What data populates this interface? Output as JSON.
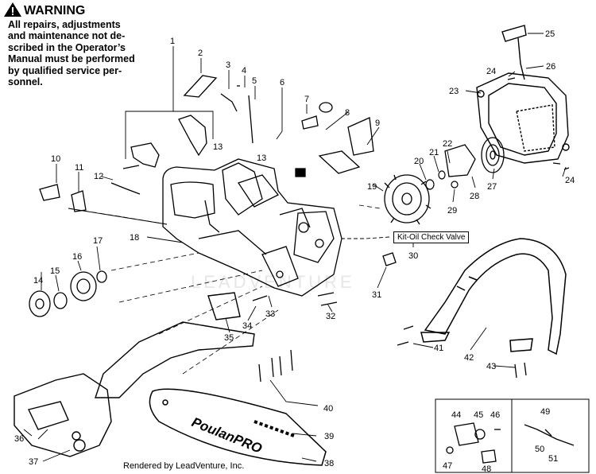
{
  "warning": {
    "title": "WARNING",
    "lines": [
      "All repairs, adjustments",
      "and maintenance not de-",
      "scribed in the Operator’s",
      "Manual must be performed",
      "by qualified service per-",
      "sonnel."
    ]
  },
  "callout": "Kit-Oil Check Valve",
  "footer": "Rendered by LeadVenture, Inc.",
  "bar_brand": "PoulanPRO",
  "watermark": "LEADVENTURE",
  "part_numbers": {
    "p1": "1",
    "p2": "2",
    "p3": "3",
    "p4": "4",
    "p5": "5",
    "p6": "6",
    "p7": "7",
    "p8": "8",
    "p9": "9",
    "p10": "10",
    "p11": "11",
    "p12": "12",
    "p13a": "13",
    "p13b": "13",
    "p14": "14",
    "p15": "15",
    "p16": "16",
    "p17": "17",
    "p18": "18",
    "p19": "19",
    "p20": "20",
    "p21": "21",
    "p22": "22",
    "p23": "23",
    "p24a": "24",
    "p24b": "24",
    "p25": "25",
    "p26": "26",
    "p27": "27",
    "p28": "28",
    "p29": "29",
    "p30": "30",
    "p31": "31",
    "p32": "32",
    "p33": "33",
    "p34": "34",
    "p35": "35",
    "p36": "36",
    "p37": "37",
    "p38": "38",
    "p39": "39",
    "p40": "40",
    "p41": "41",
    "p42": "42",
    "p43": "43",
    "p44": "44",
    "p45": "45",
    "p46": "46",
    "p47": "47",
    "p48": "48",
    "p49": "49",
    "p50": "50",
    "p51": "51"
  }
}
